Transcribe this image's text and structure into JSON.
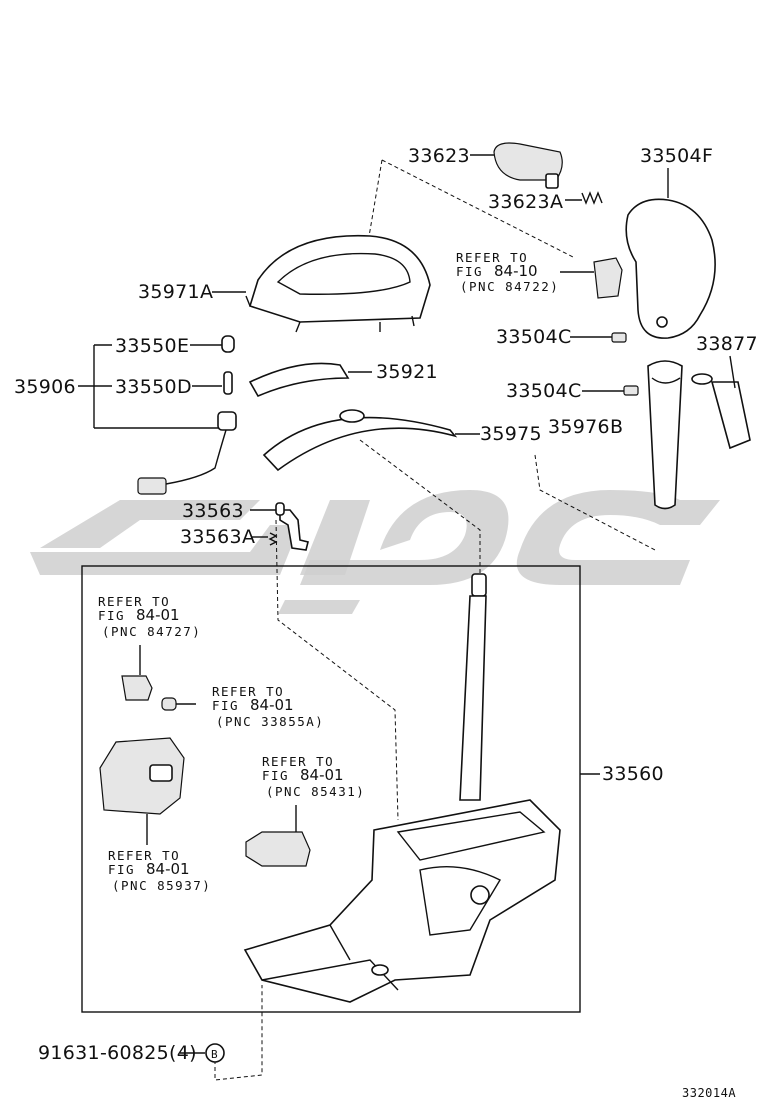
{
  "figure_code": "332014A",
  "parts": {
    "p33623": "33623",
    "p33623A": "33623A",
    "p33504F": "33504F",
    "p35971A": "35971A",
    "p33504C_1": "33504C",
    "p33877": "33877",
    "p35906": "35906",
    "p33550E": "33550E",
    "p33550D": "33550D",
    "p35921": "35921",
    "p33504C_2": "33504C",
    "p35975": "35975",
    "p35976B": "35976B",
    "p33563": "33563",
    "p33563A": "33563A",
    "p33560": "33560",
    "p91631": "91631-60825(4)",
    "callout_b": "B"
  },
  "refs": {
    "r1": {
      "line1": "REFER TO",
      "line2a": "FIG",
      "line2b": "84-10",
      "line3": "(PNC 84722)"
    },
    "r2": {
      "line1": "REFER TO",
      "line2a": "FIG",
      "line2b": "84-01",
      "line3": "(PNC 84727)"
    },
    "r3": {
      "line1": "REFER TO",
      "line2a": "FIG",
      "line2b": "84-01",
      "line3": "(PNC 33855A)"
    },
    "r4": {
      "line1": "REFER TO",
      "line2a": "FIG",
      "line2b": "84-01",
      "line3": "(PNC 85431)"
    },
    "r5": {
      "line1": "REFER TO",
      "line2a": "FIG",
      "line2b": "84-01",
      "line3": "(PNC 85937)"
    }
  }
}
